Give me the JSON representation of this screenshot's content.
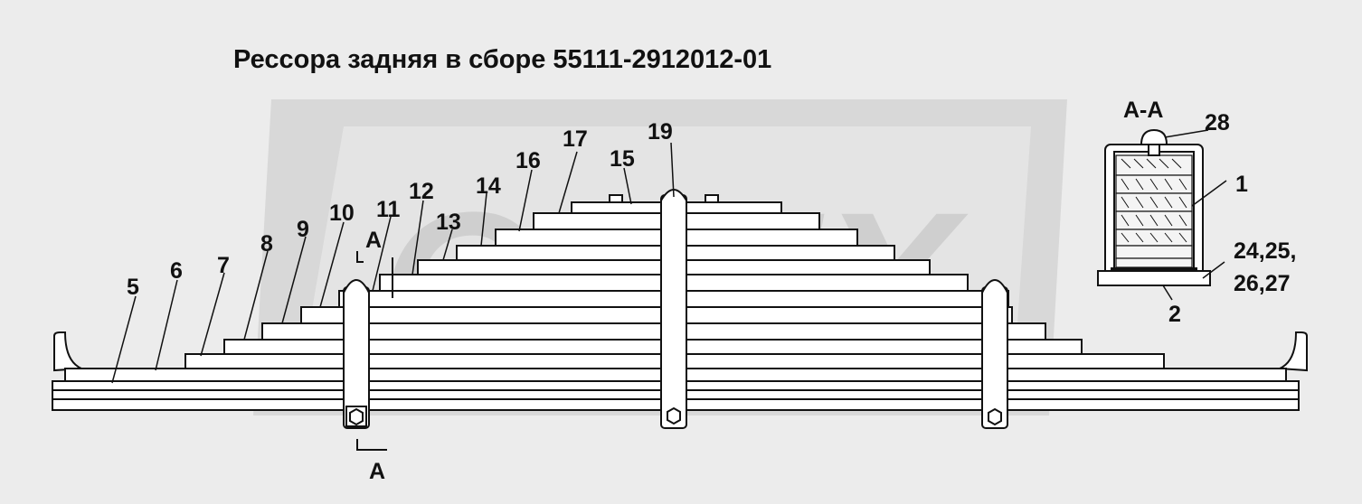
{
  "title": "Рессора задняя в сборе 55111-2912012-01",
  "watermark": {
    "text": "OPEX",
    "color": "#d2d2d2"
  },
  "section_label": "A-A",
  "section_marker": "A",
  "callouts": {
    "c1": "1",
    "c2": "2",
    "c5": "5",
    "c6": "6",
    "c7": "7",
    "c8": "8",
    "c9": "9",
    "c10": "10",
    "c11": "11",
    "c12": "12",
    "c13": "13",
    "c14": "14",
    "c15": "15",
    "c16": "16",
    "c17": "17",
    "c19": "19",
    "c24_line1": "24,25,",
    "c24_line2": "26,27",
    "c28": "28"
  },
  "colors": {
    "background": "#ececec",
    "leaf": "#ffffff",
    "stroke": "#111111"
  }
}
